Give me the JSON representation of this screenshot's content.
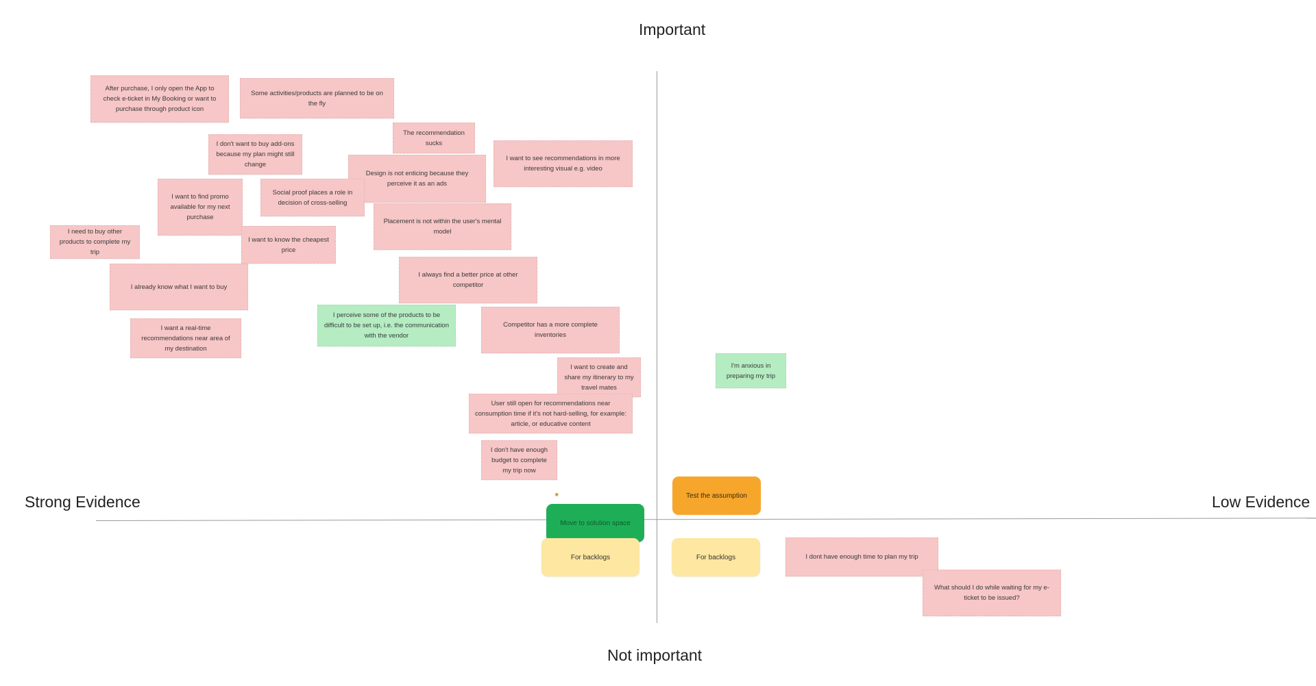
{
  "axes": {
    "top": "Important",
    "bottom": "Not important",
    "left": "Strong  Evidence",
    "right": "Low Evidence"
  },
  "notes": {
    "n1": "After purchase, I only open the App to check e-ticket in My Booking or want to purchase through product icon",
    "n2": "Some activities/products are planned to be on the fly",
    "n3": "The recommendation sucks",
    "n4": "I don't want to buy add-ons because my plan might still change",
    "n5": "I want to see recommendations in more interesting visual e.g. video",
    "n6": "Design is not enticing because they perceive it as an ads",
    "n7": "I want to find promo available for my next purchase",
    "n8": "Social proof places a role in decision of cross-selling",
    "n9": "Placement is not within the user's mental model",
    "n10": "I need to buy other products to complete my trip",
    "n11": "I want to know the cheapest price",
    "n12": "I always find a better price at other competitor",
    "n13": "I already know what I want to buy",
    "n14": "I perceive some of the products to be difficult to be set up, i.e. the communication with the vendor",
    "n15": "Competitor has a more complete inventories",
    "n16": "I want a real-time recommendations near area of my destination",
    "n17": "I want to create and share my itinerary to my travel mates",
    "n18": "I'm anxious in preparing my trip",
    "n19": "User still open for recommendations near consumption time if it's not hard-selling, for example: article, or educative content",
    "n20": "I don't have enough budget to complete my trip now",
    "n21": "I dont have enough time to plan my trip",
    "n22": "What should I do while waiting for my e-ticket to be issued?"
  },
  "pills": {
    "test": "Test the assumption",
    "move": "Move to solution space",
    "backlog_left": "For backlogs",
    "backlog_right": "For backlogs"
  },
  "icons": {
    "cursor": "sparkle-icon"
  },
  "colors": {
    "pink_note": "#f7c6c6",
    "green_note": "#b5ecc2",
    "yellow_pill": "#fde7a1",
    "orange_pill": "#f7a62c",
    "green_pill": "#1fae58"
  }
}
